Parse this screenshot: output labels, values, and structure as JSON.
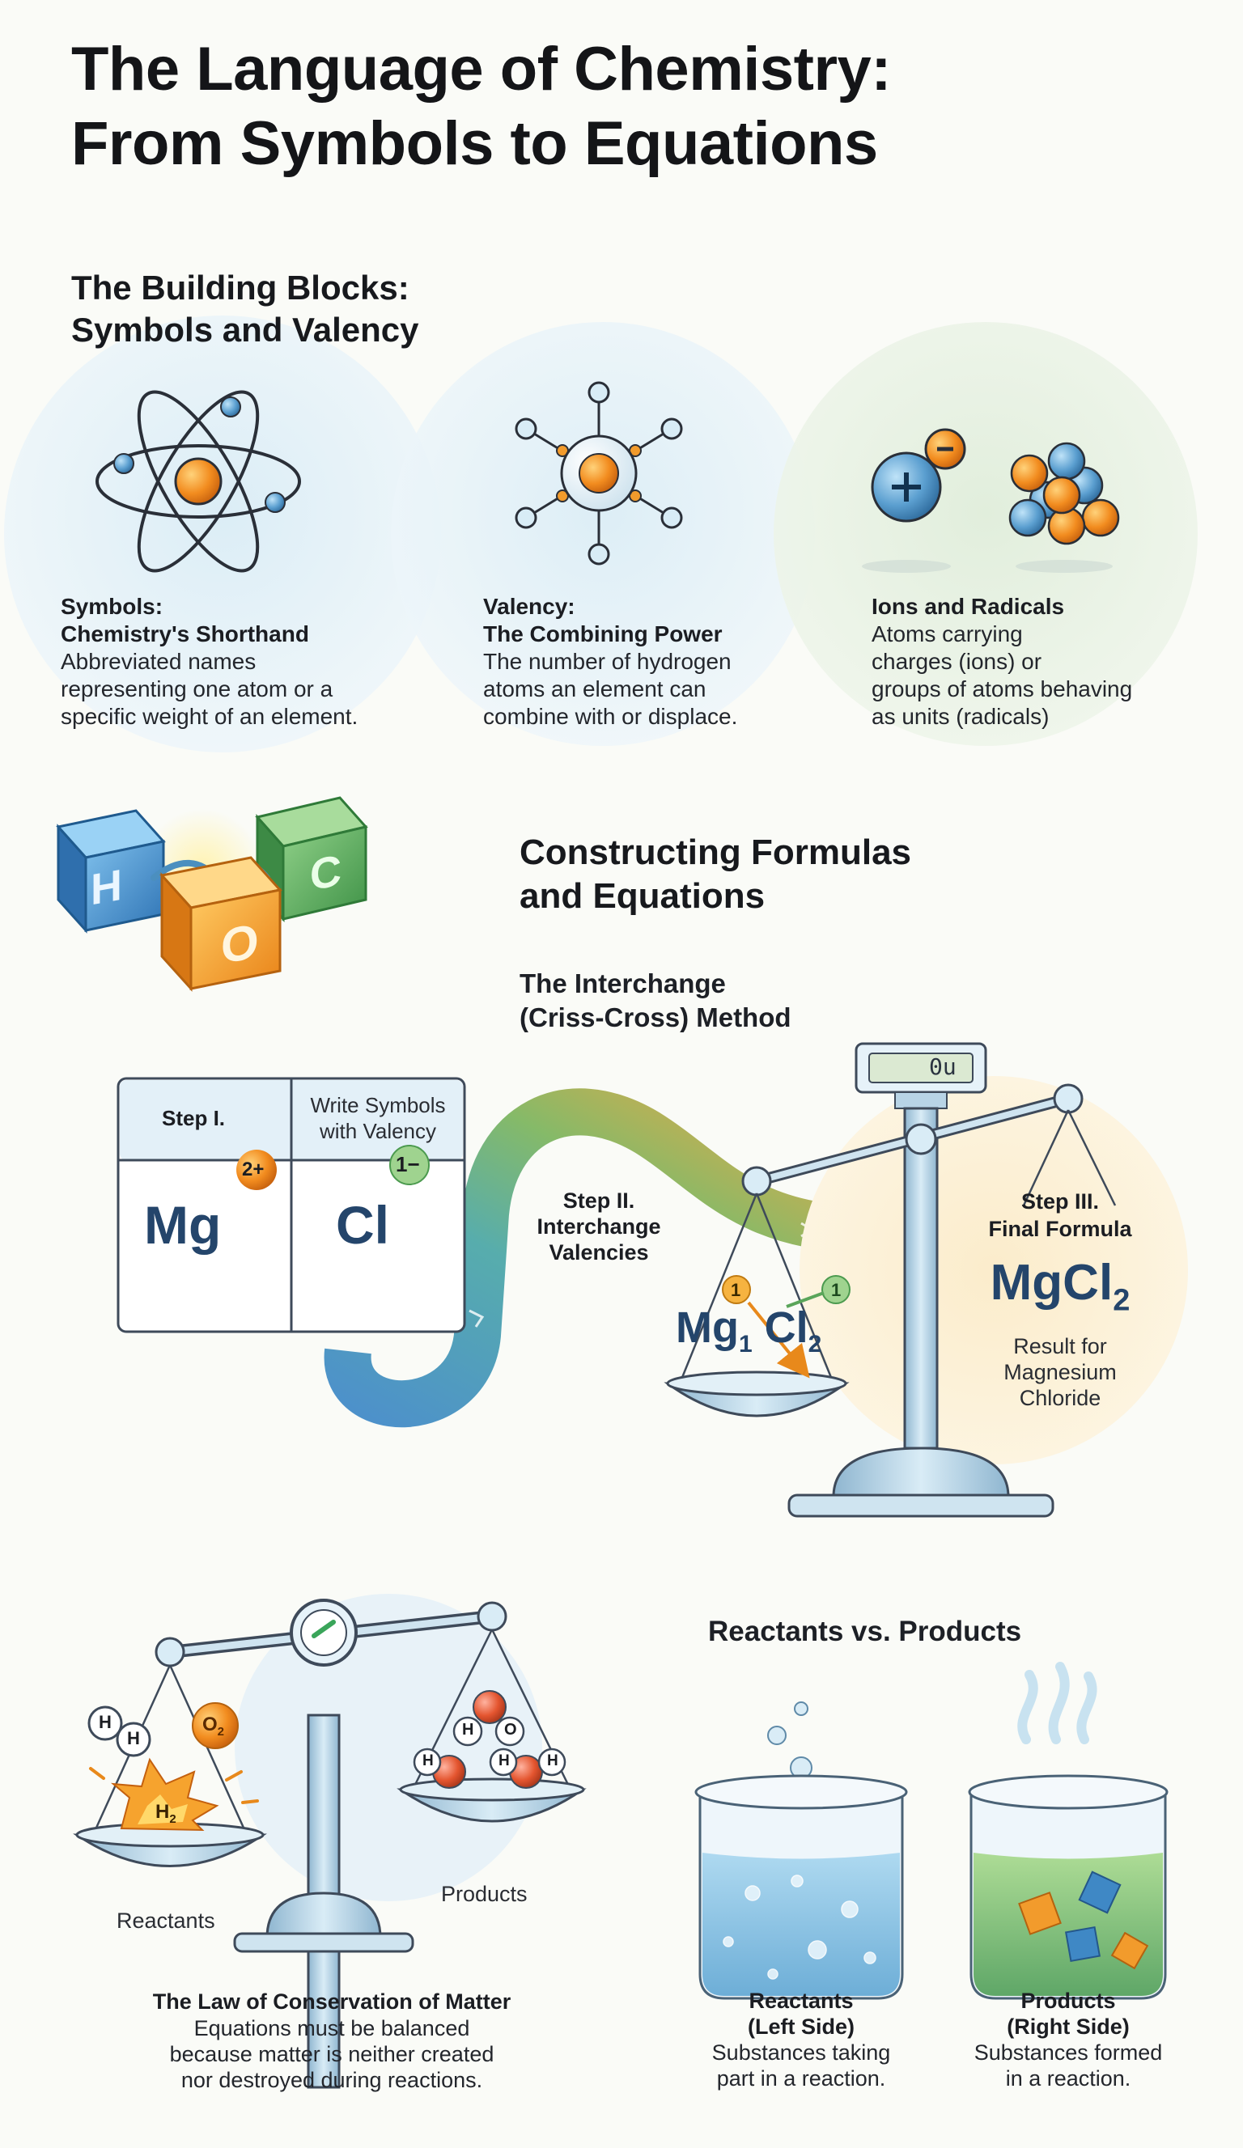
{
  "title": {
    "line1": "The Language of Chemistry:",
    "line2": "From Symbols to Equations"
  },
  "building_blocks": {
    "heading_line1": "The Building Blocks:",
    "heading_line2": "Symbols and Valency",
    "cards": [
      {
        "title1": "Symbols:",
        "title2": "Chemistry's Shorthand",
        "lines": [
          "Abbreviated names",
          "representing one atom or a",
          "specific weight of an element."
        ],
        "icon": "atom-icon"
      },
      {
        "title1": "Valency:",
        "title2": "The Combining Power",
        "lines": [
          "The number of hydrogen",
          "atoms an element can",
          "combine with or displace."
        ],
        "icon": "molecule-icon"
      },
      {
        "title1": "Ions and Radicals",
        "lines": [
          "Atoms carrying",
          "charges (ions) or",
          "groups of atoms behaving",
          "as units (radicals)"
        ],
        "icon": "ions-icon"
      }
    ],
    "blocks": [
      "H",
      "O",
      "C"
    ]
  },
  "constructing": {
    "heading_line1": "Constructing Formulas",
    "heading_line2": "and Equations",
    "method_line1": "The Interchange",
    "method_line2": "(Criss-Cross) Method",
    "step1": {
      "label": "Step I.",
      "desc_line1": "Write Symbols",
      "desc_line2": "with Valency",
      "symbol_a": "Mg",
      "charge_a": "2+",
      "symbol_b": "Cl",
      "charge_b": "1−"
    },
    "step2": {
      "line1": "Step II.",
      "line2": "Interchange",
      "line3": "Valencies"
    },
    "pan_formula": {
      "a": "Mg",
      "sub_a": "1",
      "b": "Cl",
      "sub_b": "2",
      "badge_a": "1",
      "badge_b": "1"
    },
    "step3": {
      "line1": "Step III.",
      "line2": "Final Formula",
      "formula": "MgCl",
      "formula_sub": "2",
      "result_lines": [
        "Result for",
        "Magnesium",
        "Chloride"
      ]
    },
    "scale_display": "0u"
  },
  "conservation": {
    "reactants_label": "Reactants",
    "products_label": "Products",
    "molecule_labels": {
      "h": "H",
      "o2": "O",
      "o2_sub": "2",
      "h2": "H",
      "h2_sub": "2",
      "o": "O"
    },
    "title": "The Law of Conservation of Matter",
    "lines": [
      "Equations must be balanced",
      "because matter is neither created",
      "nor destroyed during reactions."
    ]
  },
  "reactants_products": {
    "heading": "Reactants vs. Products",
    "reactants": {
      "title1": "Reactants",
      "title2": "(Left Side)",
      "lines": [
        "Substances taking",
        "part in a reaction."
      ]
    },
    "products": {
      "title1": "Products",
      "title2": "(Right Side)",
      "lines": [
        "Substances formed",
        "in a reaction."
      ]
    }
  },
  "colors": {
    "blue": "#3f88c5",
    "orange": "#f29b2c",
    "green": "#5aa55a",
    "steel": "#9cc3dc",
    "steel_dark": "#5f8aa8",
    "text": "#1b1d22"
  }
}
